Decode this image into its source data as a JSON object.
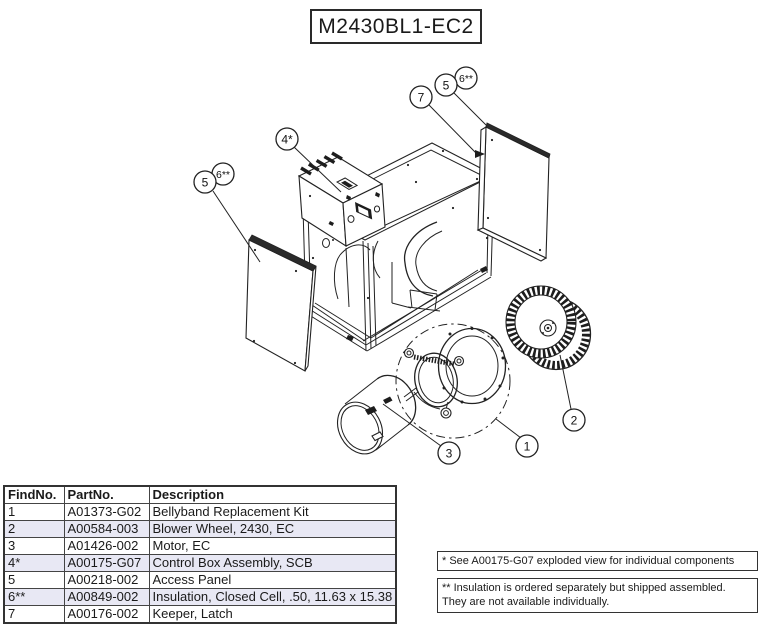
{
  "title": "M2430BL1-EC2",
  "diagram": {
    "balloons": {
      "bellyband": "1",
      "blower_wheel": "2",
      "motor": "3",
      "control_box": "4*",
      "access_panel": "5",
      "insulation": "6**",
      "keeper_latch": "7"
    }
  },
  "table": {
    "headers": [
      "FindNo.",
      "PartNo.",
      "Description"
    ],
    "rows": [
      {
        "find": "1",
        "part": "A01373-G02",
        "desc": "Bellyband Replacement Kit"
      },
      {
        "find": "2",
        "part": "A00584-003",
        "desc": "Blower Wheel, 2430, EC"
      },
      {
        "find": "3",
        "part": "A01426-002",
        "desc": "Motor, EC"
      },
      {
        "find": "4*",
        "part": "A00175-G07",
        "desc": "Control Box Assembly, SCB"
      },
      {
        "find": "5",
        "part": "A00218-002",
        "desc": "Access Panel"
      },
      {
        "find": "6**",
        "part": "A00849-002",
        "desc": "Insulation, Closed Cell, .50, 11.63 x 15.38"
      },
      {
        "find": "7",
        "part": "A00176-002",
        "desc": "Keeper, Latch"
      }
    ]
  },
  "notes": {
    "note1": "* See A00175-G07 exploded view for individual components",
    "note2": "** Insulation is ordered separately but shipped assembled.\nThey are not available individually."
  }
}
